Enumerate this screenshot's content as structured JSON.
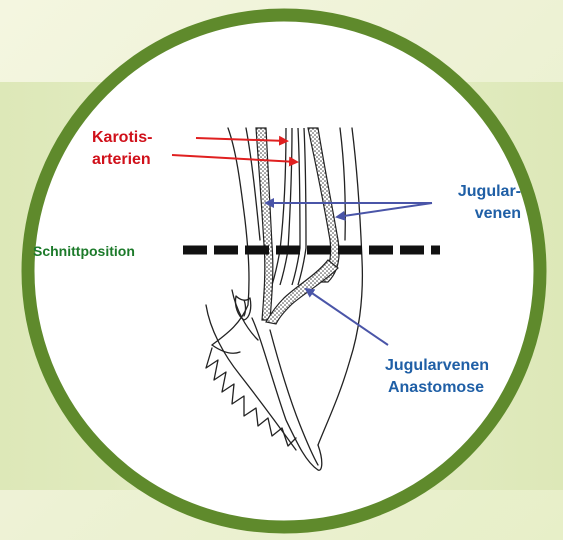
{
  "labels": {
    "karotis_line1": "Karotis-",
    "karotis_line2": "arterien",
    "jugular_line1": "Jugular-",
    "jugular_line2": "venen",
    "schnitt": "Schnittposition",
    "anast_line1": "Jugularvenen",
    "anast_line2": "Anastomose"
  },
  "colors": {
    "ring": "#5f8a2c",
    "carotid_label": "#d0101a",
    "carotid_arrow": "#e02020",
    "jugular_label": "#1f5fa6",
    "jugular_arrow": "#4a55a8",
    "schnitt_label": "#1c7a2a",
    "outline": "#222222"
  }
}
